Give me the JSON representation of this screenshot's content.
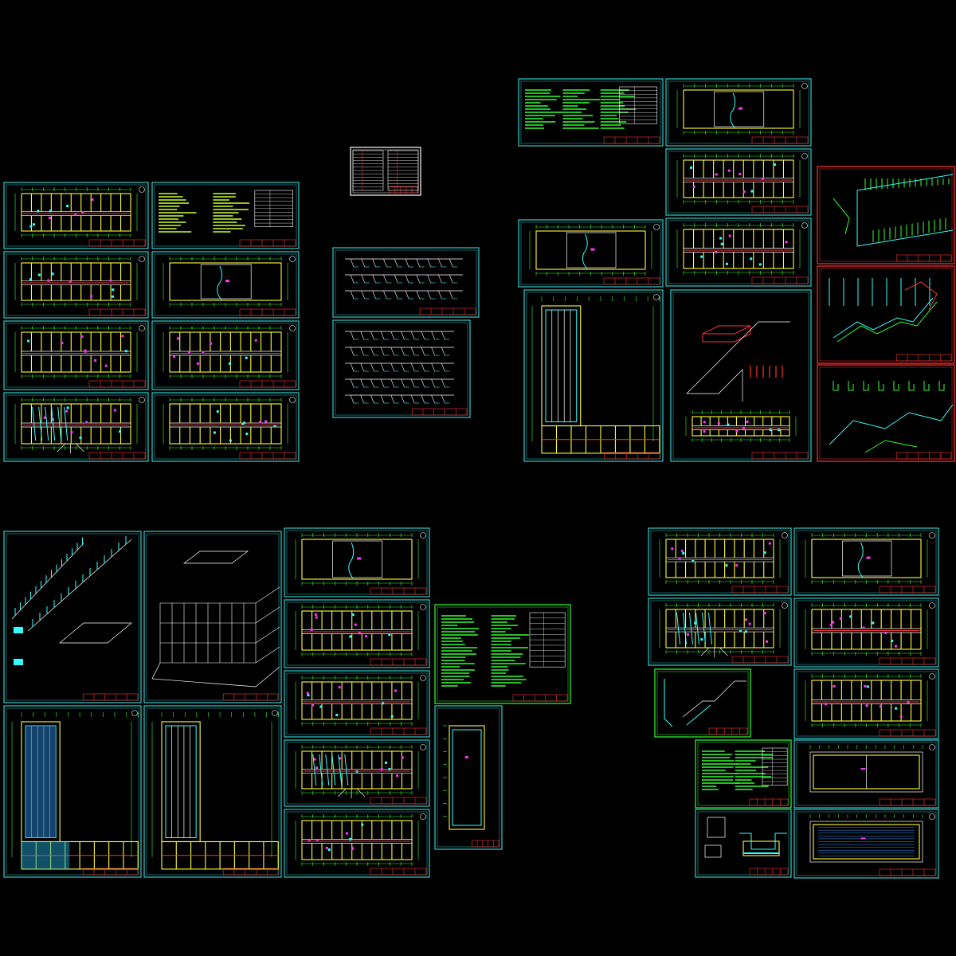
{
  "colors": {
    "background": "#000000",
    "frame_cyan": "#33cccc",
    "frame_green": "#33ff33",
    "frame_red": "#ff3333",
    "wall": "#ffff33",
    "pipe_red": "#ff3333",
    "pipe_cyan": "#33ffff",
    "note_text": "#33ff33",
    "magenta": "#ff33ff"
  },
  "sheet_kinds": [
    "floor-plan",
    "notes",
    "schedule",
    "riser",
    "axonometric",
    "long-plan",
    "detail"
  ]
}
